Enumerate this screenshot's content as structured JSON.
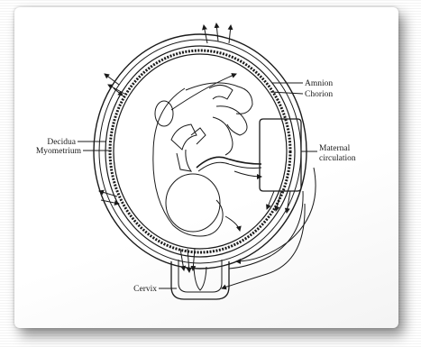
{
  "diagram": {
    "labels": {
      "amnion": "Amnion",
      "chorion": "Chorion",
      "decidua": "Decidua",
      "myometrium": "Myometrium",
      "maternal_line1": "Maternal",
      "maternal_line2": "circulation",
      "cervix": "Cervix"
    }
  }
}
